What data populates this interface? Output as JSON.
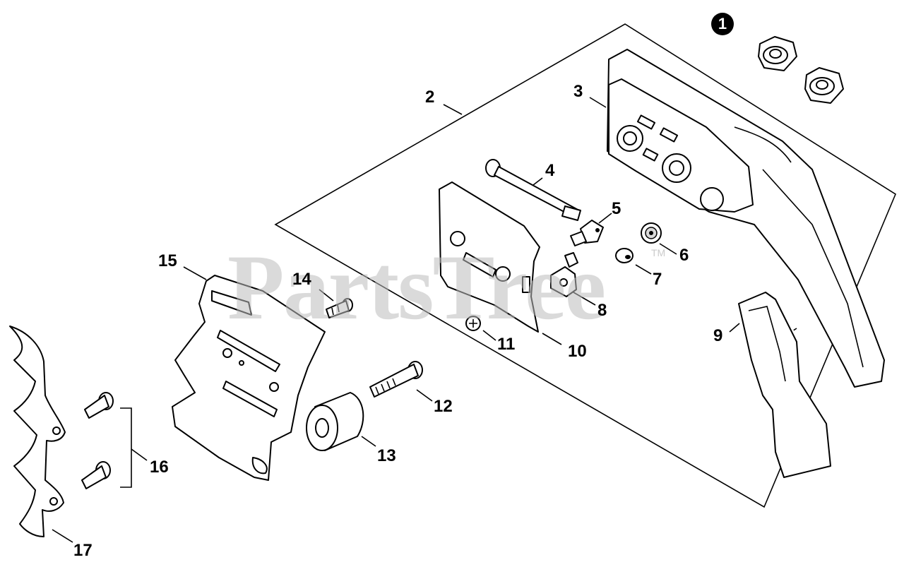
{
  "diagram": {
    "callout_badge": "1",
    "watermark": "PartsTree",
    "watermark_tm": "TM",
    "part_labels": {
      "p2": "2",
      "p3": "3",
      "p4": "4",
      "p5": "5",
      "p6": "6",
      "p7": "7",
      "p8": "8",
      "p9": "9",
      "p10": "10",
      "p11": "11",
      "p12": "12",
      "p13": "13",
      "p14": "14",
      "p15": "15",
      "p16": "16",
      "p17": "17"
    }
  }
}
